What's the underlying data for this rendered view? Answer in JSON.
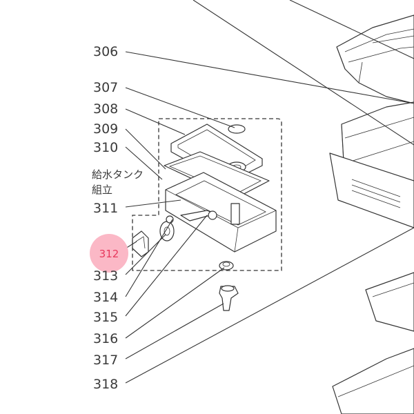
{
  "labels": {
    "l306": "306",
    "l307": "307",
    "l308": "308",
    "l309": "309",
    "l310": "310",
    "l310_line1": "給水タンク",
    "l310_line2": "組立",
    "l311": "311",
    "l312": "312",
    "l313": "313",
    "l314": "314",
    "l315": "315",
    "l316": "316",
    "l317": "317",
    "l318": "318"
  },
  "colors": {
    "highlight_badge_fill": "#fbb8c6",
    "highlight_badge_text": "#e8385c",
    "line_color": "#333333"
  }
}
